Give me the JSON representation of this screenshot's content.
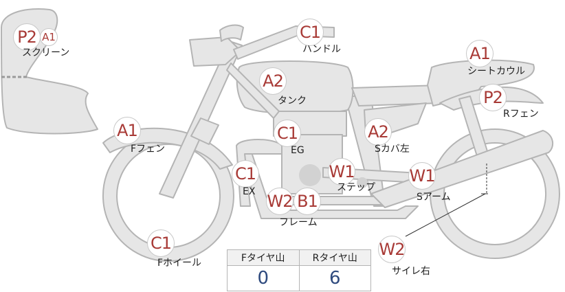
{
  "markers": [
    {
      "id": "screen",
      "grades": [
        "P2",
        "A1"
      ],
      "label": "スクリーン"
    },
    {
      "id": "handle",
      "grades": [
        "C1"
      ],
      "label": "ハンドル"
    },
    {
      "id": "tank",
      "grades": [
        "A2"
      ],
      "label": "タンク"
    },
    {
      "id": "seat-cowl",
      "grades": [
        "A1"
      ],
      "label": "シートカウル"
    },
    {
      "id": "r-fender",
      "grades": [
        "P2"
      ],
      "label": "Rフェン"
    },
    {
      "id": "f-fender",
      "grades": [
        "A1"
      ],
      "label": "Fフェン"
    },
    {
      "id": "engine",
      "grades": [
        "C1"
      ],
      "label": "EG"
    },
    {
      "id": "side-cover-left",
      "grades": [
        "A2"
      ],
      "label": "Sカバ左"
    },
    {
      "id": "exhaust",
      "grades": [
        "C1"
      ],
      "label": "EX"
    },
    {
      "id": "step",
      "grades": [
        "W1"
      ],
      "label": "ステップ"
    },
    {
      "id": "swing-arm",
      "grades": [
        "W1"
      ],
      "label": "Sアーム"
    },
    {
      "id": "frame",
      "grades": [
        "W2",
        "B1"
      ],
      "label": "フレーム"
    },
    {
      "id": "f-wheel",
      "grades": [
        "C1"
      ],
      "label": "Fホイール"
    },
    {
      "id": "muffler-right",
      "grades": [
        "W2"
      ],
      "label": "サイレ右"
    }
  ],
  "tread_table": {
    "front_header": "Fタイヤ山",
    "rear_header": "Rタイヤ山",
    "front_value": "0",
    "rear_value": "6"
  },
  "colors": {
    "grade_text": "#a83a36",
    "part_fill": "#e6e6e6",
    "part_stroke": "#b4b4b4",
    "value_text": "#2e4a7e"
  }
}
